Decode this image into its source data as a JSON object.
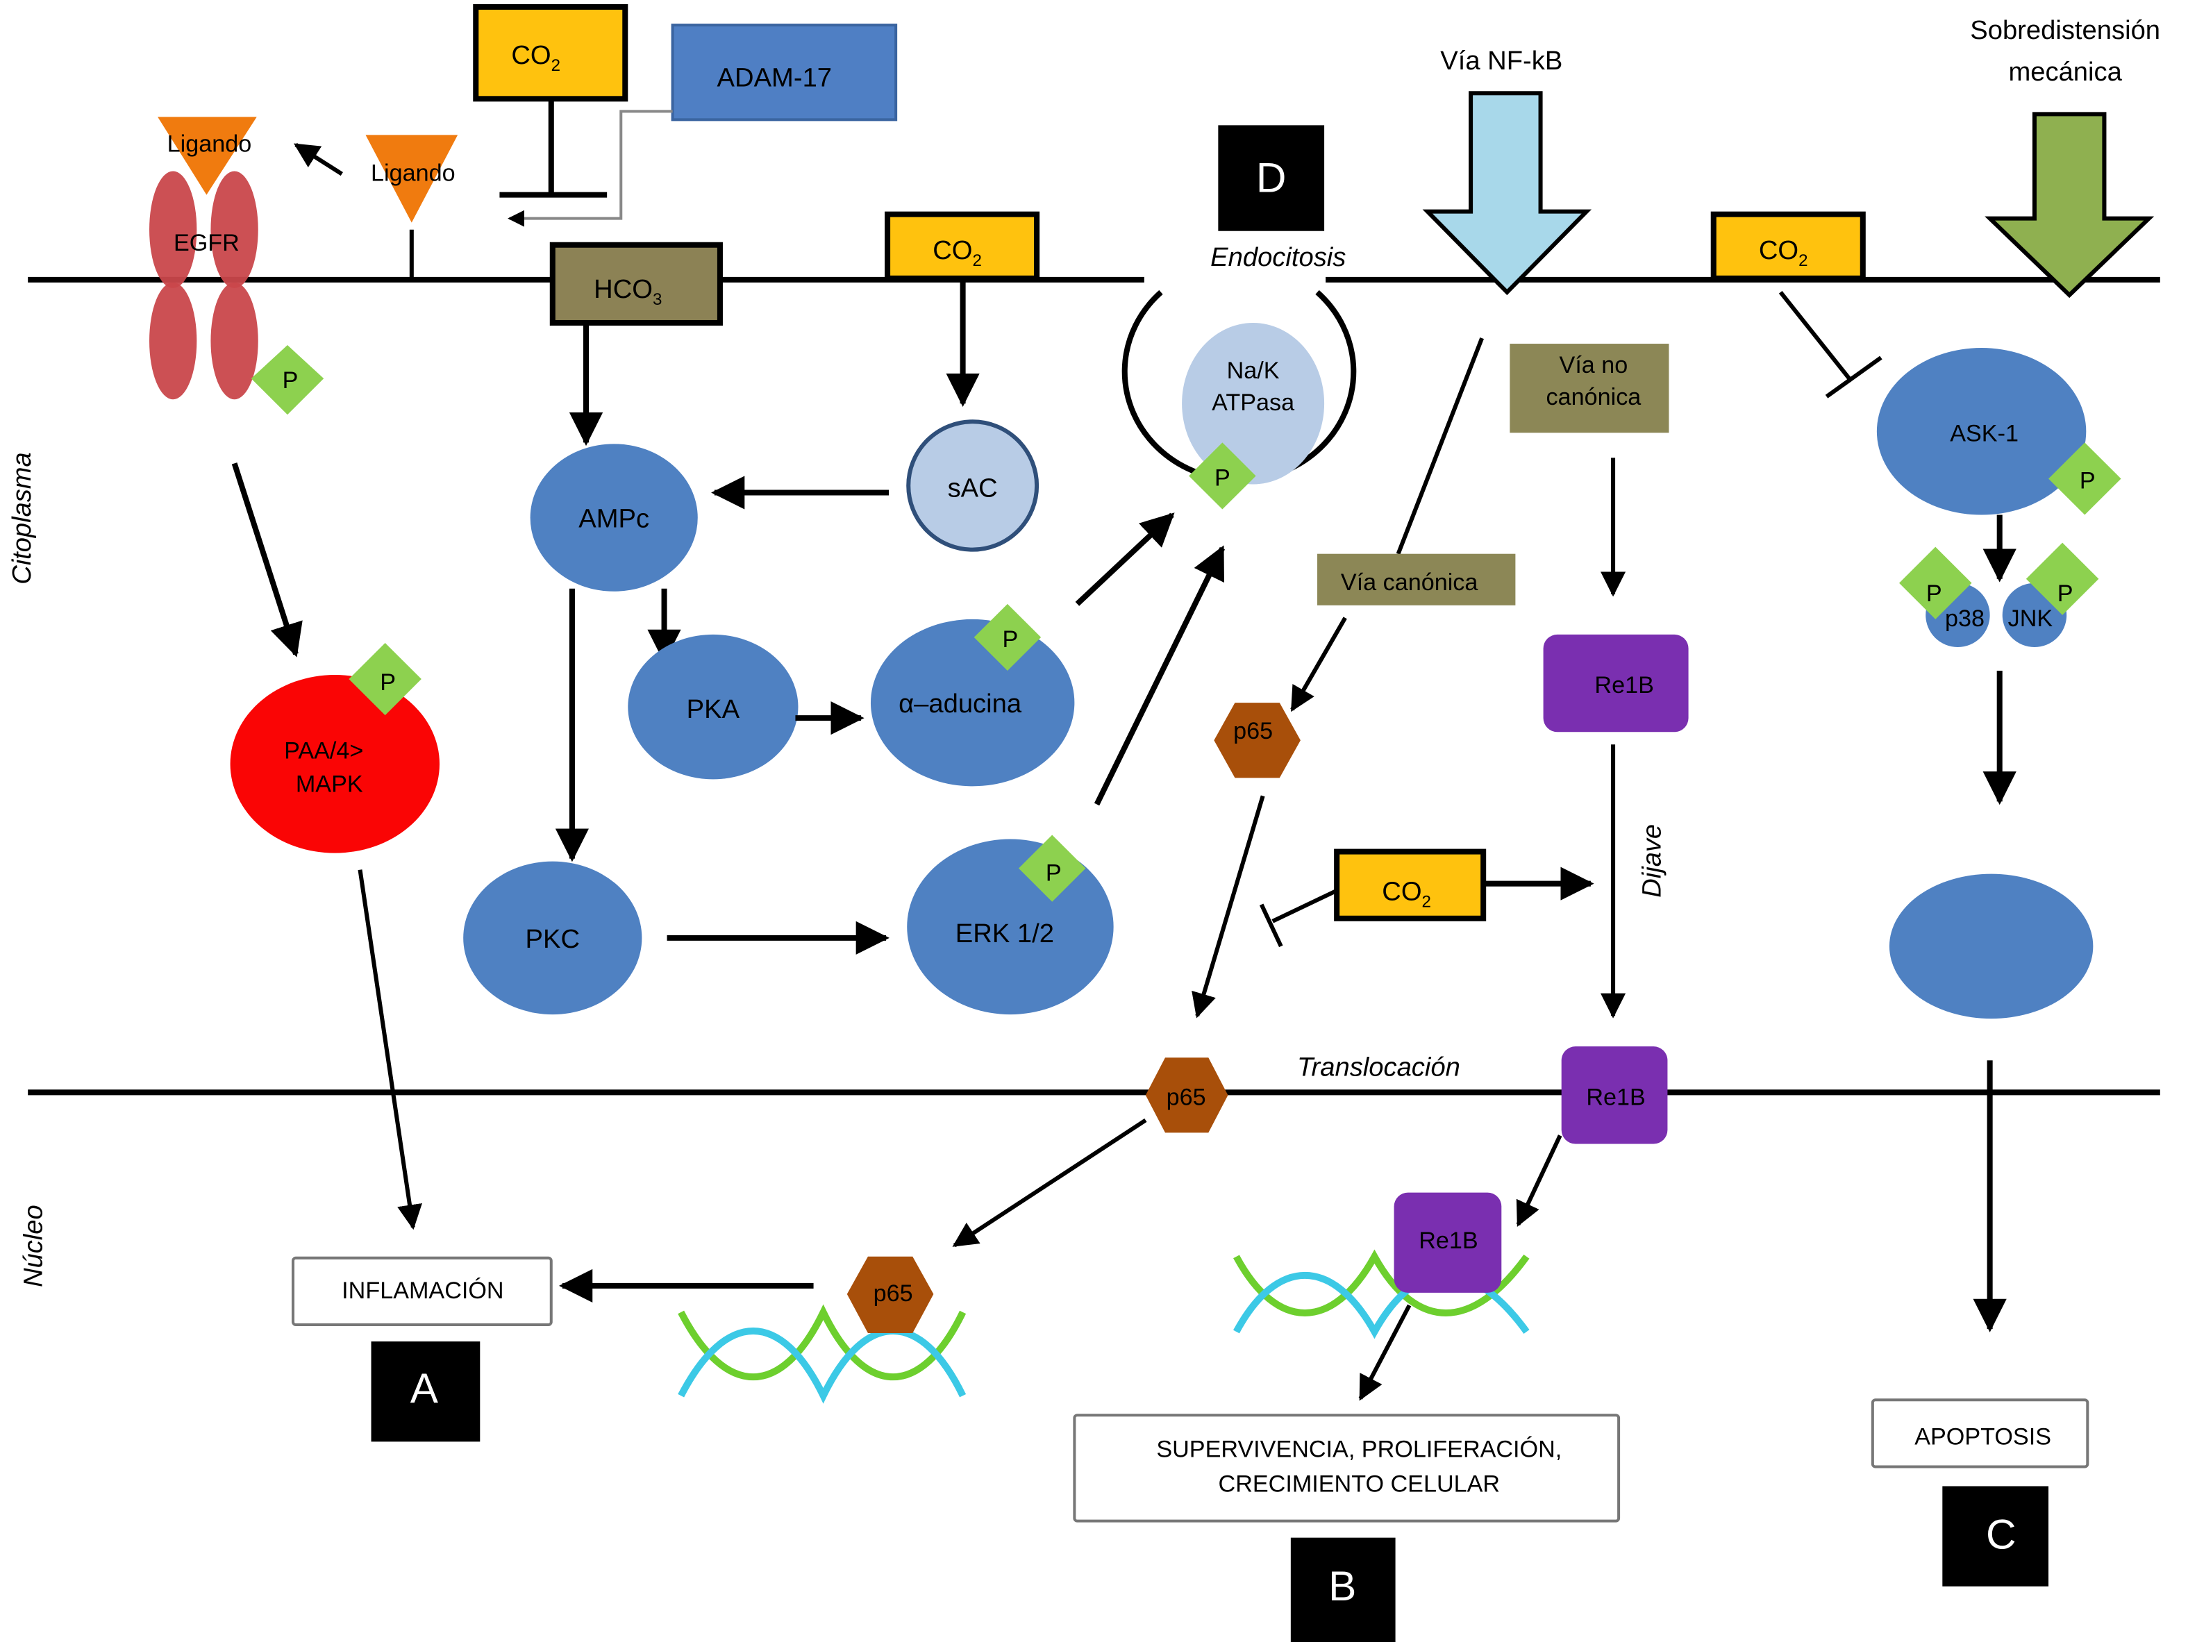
{
  "title": "Vías de señalización celular activadas por CO2 / hipercapnia",
  "regions": {
    "cytoplasm": "Citoplasma",
    "nucleus": "Núcleo"
  },
  "membrane_labels": {
    "endocytosis": "Endocitosis",
    "translocation": "Translocación",
    "dijave": "Dijave"
  },
  "stimuli": {
    "nfkb_pathway": "Vía NF-kB",
    "mechanical_overdistension_line1": "Sobredistensión",
    "mechanical_overdistension_line2": "mecánica"
  },
  "molecules": {
    "co2": "CO",
    "co2_sub": "2",
    "hco3": "HCO",
    "hco3_sub": "3",
    "adam17": "ADAM-17",
    "ligand": "Ligando",
    "egfr": "EGFR",
    "phosphate": "P",
    "mapk_line1": "PAA/4>",
    "mapk_line2": "MAPK",
    "ampc": "AMPc",
    "sac": "sAC",
    "pka": "PKA",
    "pkc": "PKC",
    "alpha_adducin": "α–aducina",
    "erk": "ERK 1/2",
    "na_k_line1": "Na/K",
    "na_k_line2": "ATPasa",
    "non_canonical_line1": "Vía no",
    "non_canonical_line2": "canónica",
    "canonical": "Vía canónica",
    "p65": "p65",
    "relb": "Re1B",
    "ask1": "ASK-1",
    "p38": "p38",
    "jnk": "JNK"
  },
  "outcomes": {
    "inflammation": "INFLAMACIÓN",
    "survival_line1": "SUPERVIVENCIA, PROLIFERACIÓN,",
    "survival_line2": "CRECIMIENTO CELULAR",
    "apoptosis": "APOPTOSIS"
  },
  "panels": {
    "a": "A",
    "b": "B",
    "c": "C",
    "d": "D"
  },
  "colors": {
    "co2_fill": "#FFC20E",
    "hco3_fill": "#8C8255",
    "adam17_fill": "#4F7FC4",
    "protein_blue": "#4F81C2",
    "light_blue": "#B8CCE6",
    "egfr_red": "#C9474B",
    "ligand_orange": "#F07B0F",
    "phosphate_green": "#8DD14F",
    "mapk_red": "#FA0505",
    "pathway_box": "#8C8756",
    "p65_brown": "#A84F0A",
    "relb_purple": "#7A2FB0",
    "nfkb_arrow": "#A8D8EA",
    "mech_arrow": "#8FB050",
    "dna_green": "#6DCF2E",
    "dna_cyan": "#3CC9E6"
  }
}
